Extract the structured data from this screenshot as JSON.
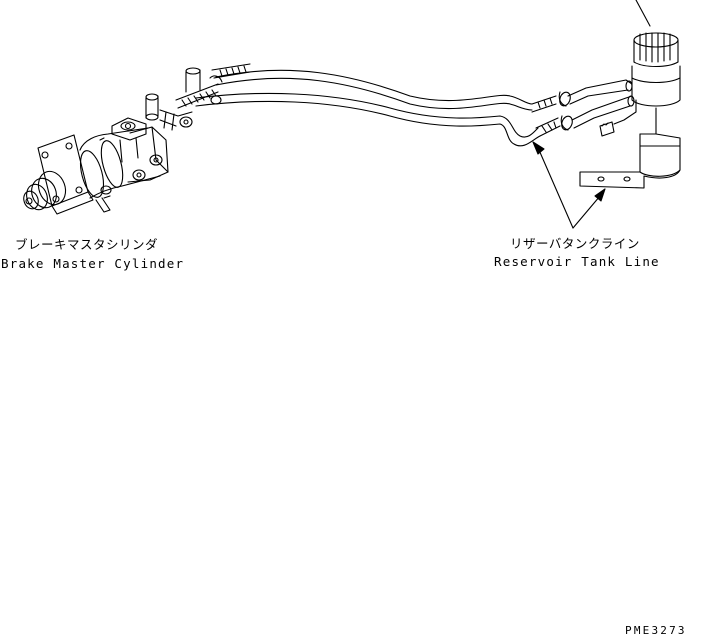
{
  "labels": {
    "brake_master_cylinder_jp": "ブレーキマスタシリンダ",
    "brake_master_cylinder_en": "Brake Master Cylinder",
    "reservoir_tank_line_jp": "リザーバタンクライン",
    "reservoir_tank_line_en": "Reservoir Tank Line",
    "drawing_code": "PME3273"
  },
  "colors": {
    "line": "#000000",
    "background": "#ffffff"
  }
}
